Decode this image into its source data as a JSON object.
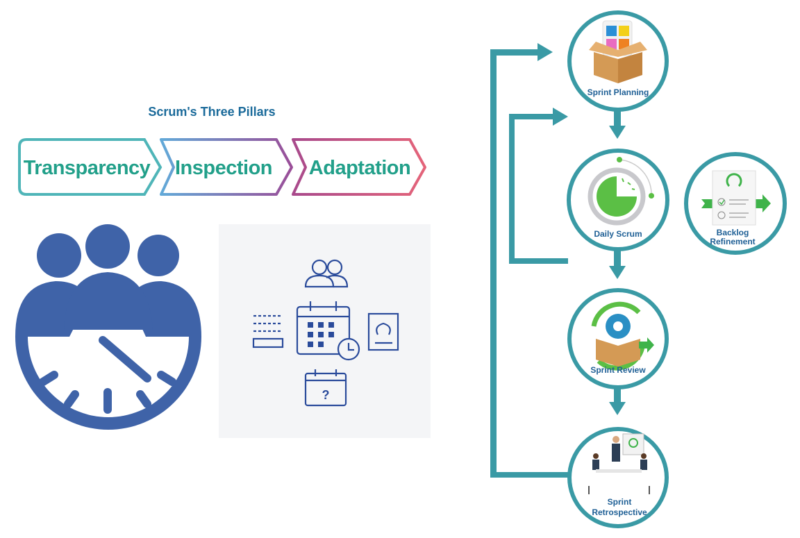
{
  "pillars": {
    "title": "Scrum's Three Pillars",
    "items": [
      "Transparency",
      "Inspection",
      "Adaptation"
    ]
  },
  "events": {
    "sprint_planning": "Sprint Planning",
    "daily_scrum": "Daily Scrum",
    "backlog_refinement_1": "Backlog",
    "backlog_refinement_2": "Refinement",
    "sprint_review": "Sprint Review",
    "sprint_retrospective_1": "Sprint",
    "sprint_retrospective_2": "Retrospective"
  },
  "icons": {
    "question_mark": "?"
  },
  "colors": {
    "teal": "#3a9aa5",
    "pillar_text": "#22a08a",
    "title": "#1a6a9a",
    "team_clock": "#3f63a8",
    "artifact_icons": "#2a4b9b",
    "green": "#5bbf45"
  }
}
